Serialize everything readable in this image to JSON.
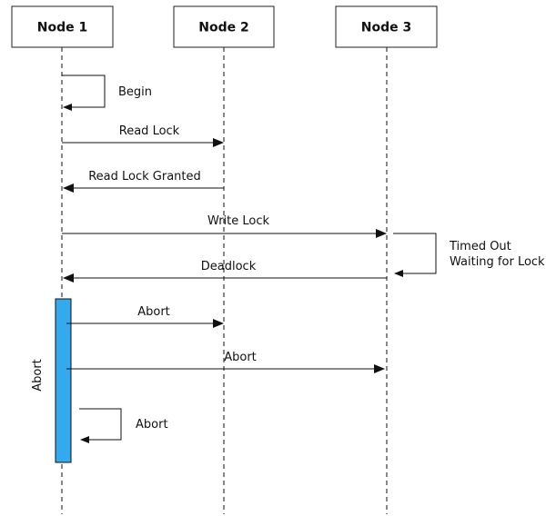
{
  "colors": {
    "activation_fill": "#33aaee",
    "line": "#111111",
    "box_border": "#222222"
  },
  "nodes": [
    {
      "label": "Node 1"
    },
    {
      "label": "Node 2"
    },
    {
      "label": "Node 3"
    }
  ],
  "messages": [
    {
      "label": "Begin"
    },
    {
      "label": "Read Lock"
    },
    {
      "label": "Read Lock Granted"
    },
    {
      "label": "Write Lock"
    },
    {
      "label": "Timed Out",
      "label_line2": "Waiting for Lock"
    },
    {
      "label": "Deadlock"
    },
    {
      "label": "Abort"
    },
    {
      "label": "Abort"
    },
    {
      "label": "Abort"
    }
  ],
  "activation": {
    "label": "Abort"
  }
}
